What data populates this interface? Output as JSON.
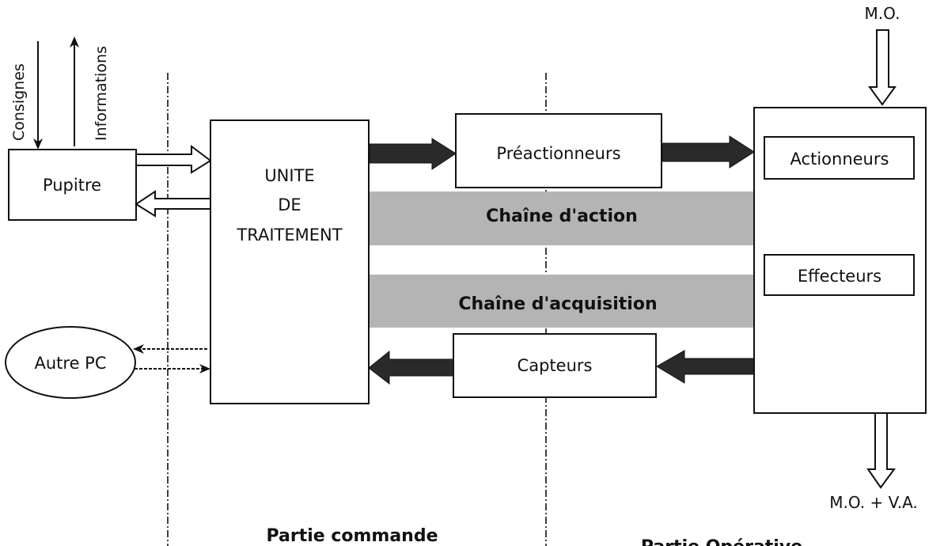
{
  "colors": {
    "ink": "#111111",
    "band": "#b4b4b4",
    "solid_arrow": "#2a2a2a",
    "background": "#ffffff"
  },
  "pupitre": {
    "label": "Pupitre",
    "consignes_label": "Consignes",
    "informations_label": "Informations"
  },
  "autre_pc": {
    "label": "Autre PC"
  },
  "unite_traitement": {
    "lines": [
      "UNITE",
      "DE",
      "TRAITEMENT"
    ]
  },
  "preactionneurs": {
    "label": "Préactionneurs"
  },
  "capteurs": {
    "label": "Capteurs"
  },
  "partie_operative_box": {
    "actionneurs": "Actionneurs",
    "effecteurs": "Effecteurs"
  },
  "bands": {
    "action": "Chaîne d'action",
    "acquisition": "Chaîne d'acquisition"
  },
  "flows": {
    "input_label": "M.O.",
    "output_label": "M.O. + V.A."
  },
  "zones": {
    "commande": "Partie commande",
    "operative": "Partie Opérative"
  }
}
